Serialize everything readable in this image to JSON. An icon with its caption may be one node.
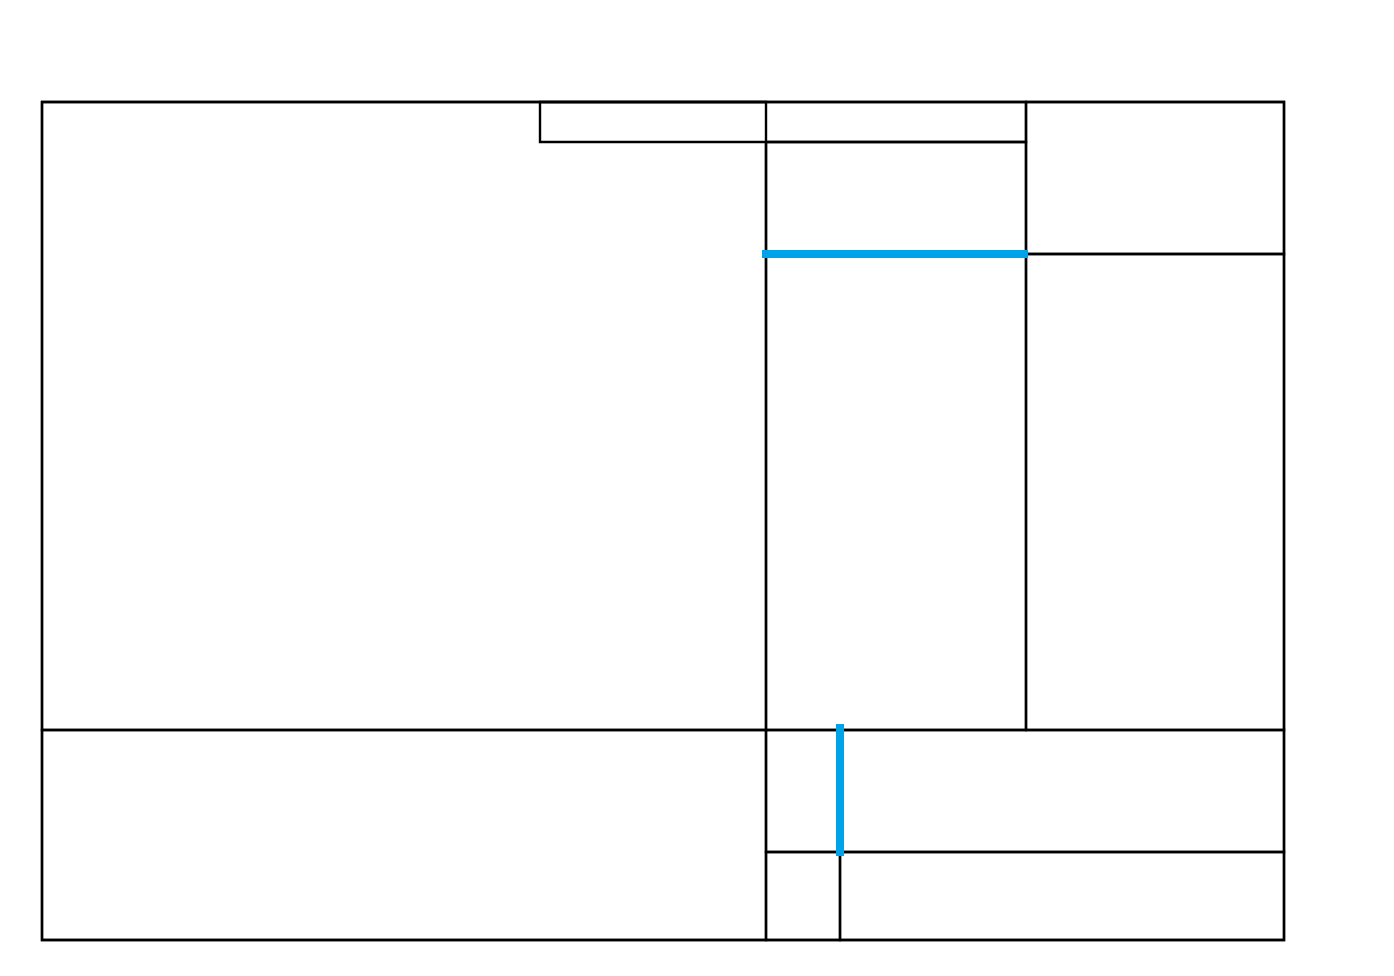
{
  "diagram": {
    "nodes": [
      {
        "text": [],
        "shape": "box"
      },
      {
        "text": [],
        "shape": "box",
        "in": 0
      },
      {
        "text": [],
        "shape": "box",
        "in": 0
      },
      {
        "text": [],
        "shape": "box",
        "in": 0
      },
      {
        "text": [],
        "shape": "box",
        "in": 0
      },
      {
        "text": [],
        "shape": "box",
        "in": 0
      },
      {
        "text": [],
        "shape": "box",
        "in": 0
      },
      {
        "text": [],
        "shape": "box",
        "in": 0
      },
      {
        "text": [],
        "shape": "box",
        "in": 0
      },
      {
        "text": [],
        "shape": "box",
        "in": 0
      }
    ]
  }
}
